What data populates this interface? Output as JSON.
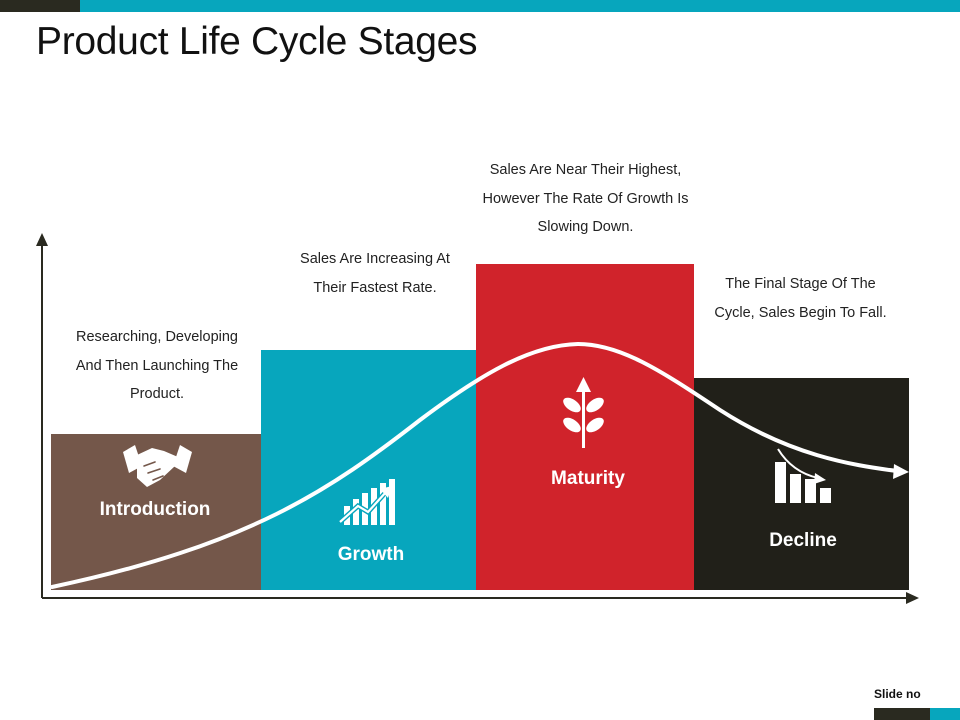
{
  "title": "Product Life Cycle Stages",
  "footer": {
    "slide_no": "Slide no"
  },
  "colors": {
    "teal": "#07a6bd",
    "dark": "#2a2a20",
    "brown": "#74574a",
    "red": "#d0232b"
  },
  "stages": [
    {
      "label": "Introduction",
      "description": "Researching, Developing And Then Launching The Product.",
      "icon": "handshake-icon",
      "color": "#74574a"
    },
    {
      "label": "Growth",
      "description": "Sales Are Increasing At Their Fastest Rate.",
      "icon": "growth-chart-icon",
      "color": "#07a6bd"
    },
    {
      "label": "Maturity",
      "description": "Sales Are Near Their Highest, However The Rate Of Growth Is Slowing Down.",
      "icon": "plant-sprout-icon",
      "color": "#d0232b"
    },
    {
      "label": "Decline",
      "description": "The Final Stage Of The Cycle, Sales Begin To Fall.",
      "icon": "declining-chart-icon",
      "color": "#2a2a20"
    }
  ]
}
